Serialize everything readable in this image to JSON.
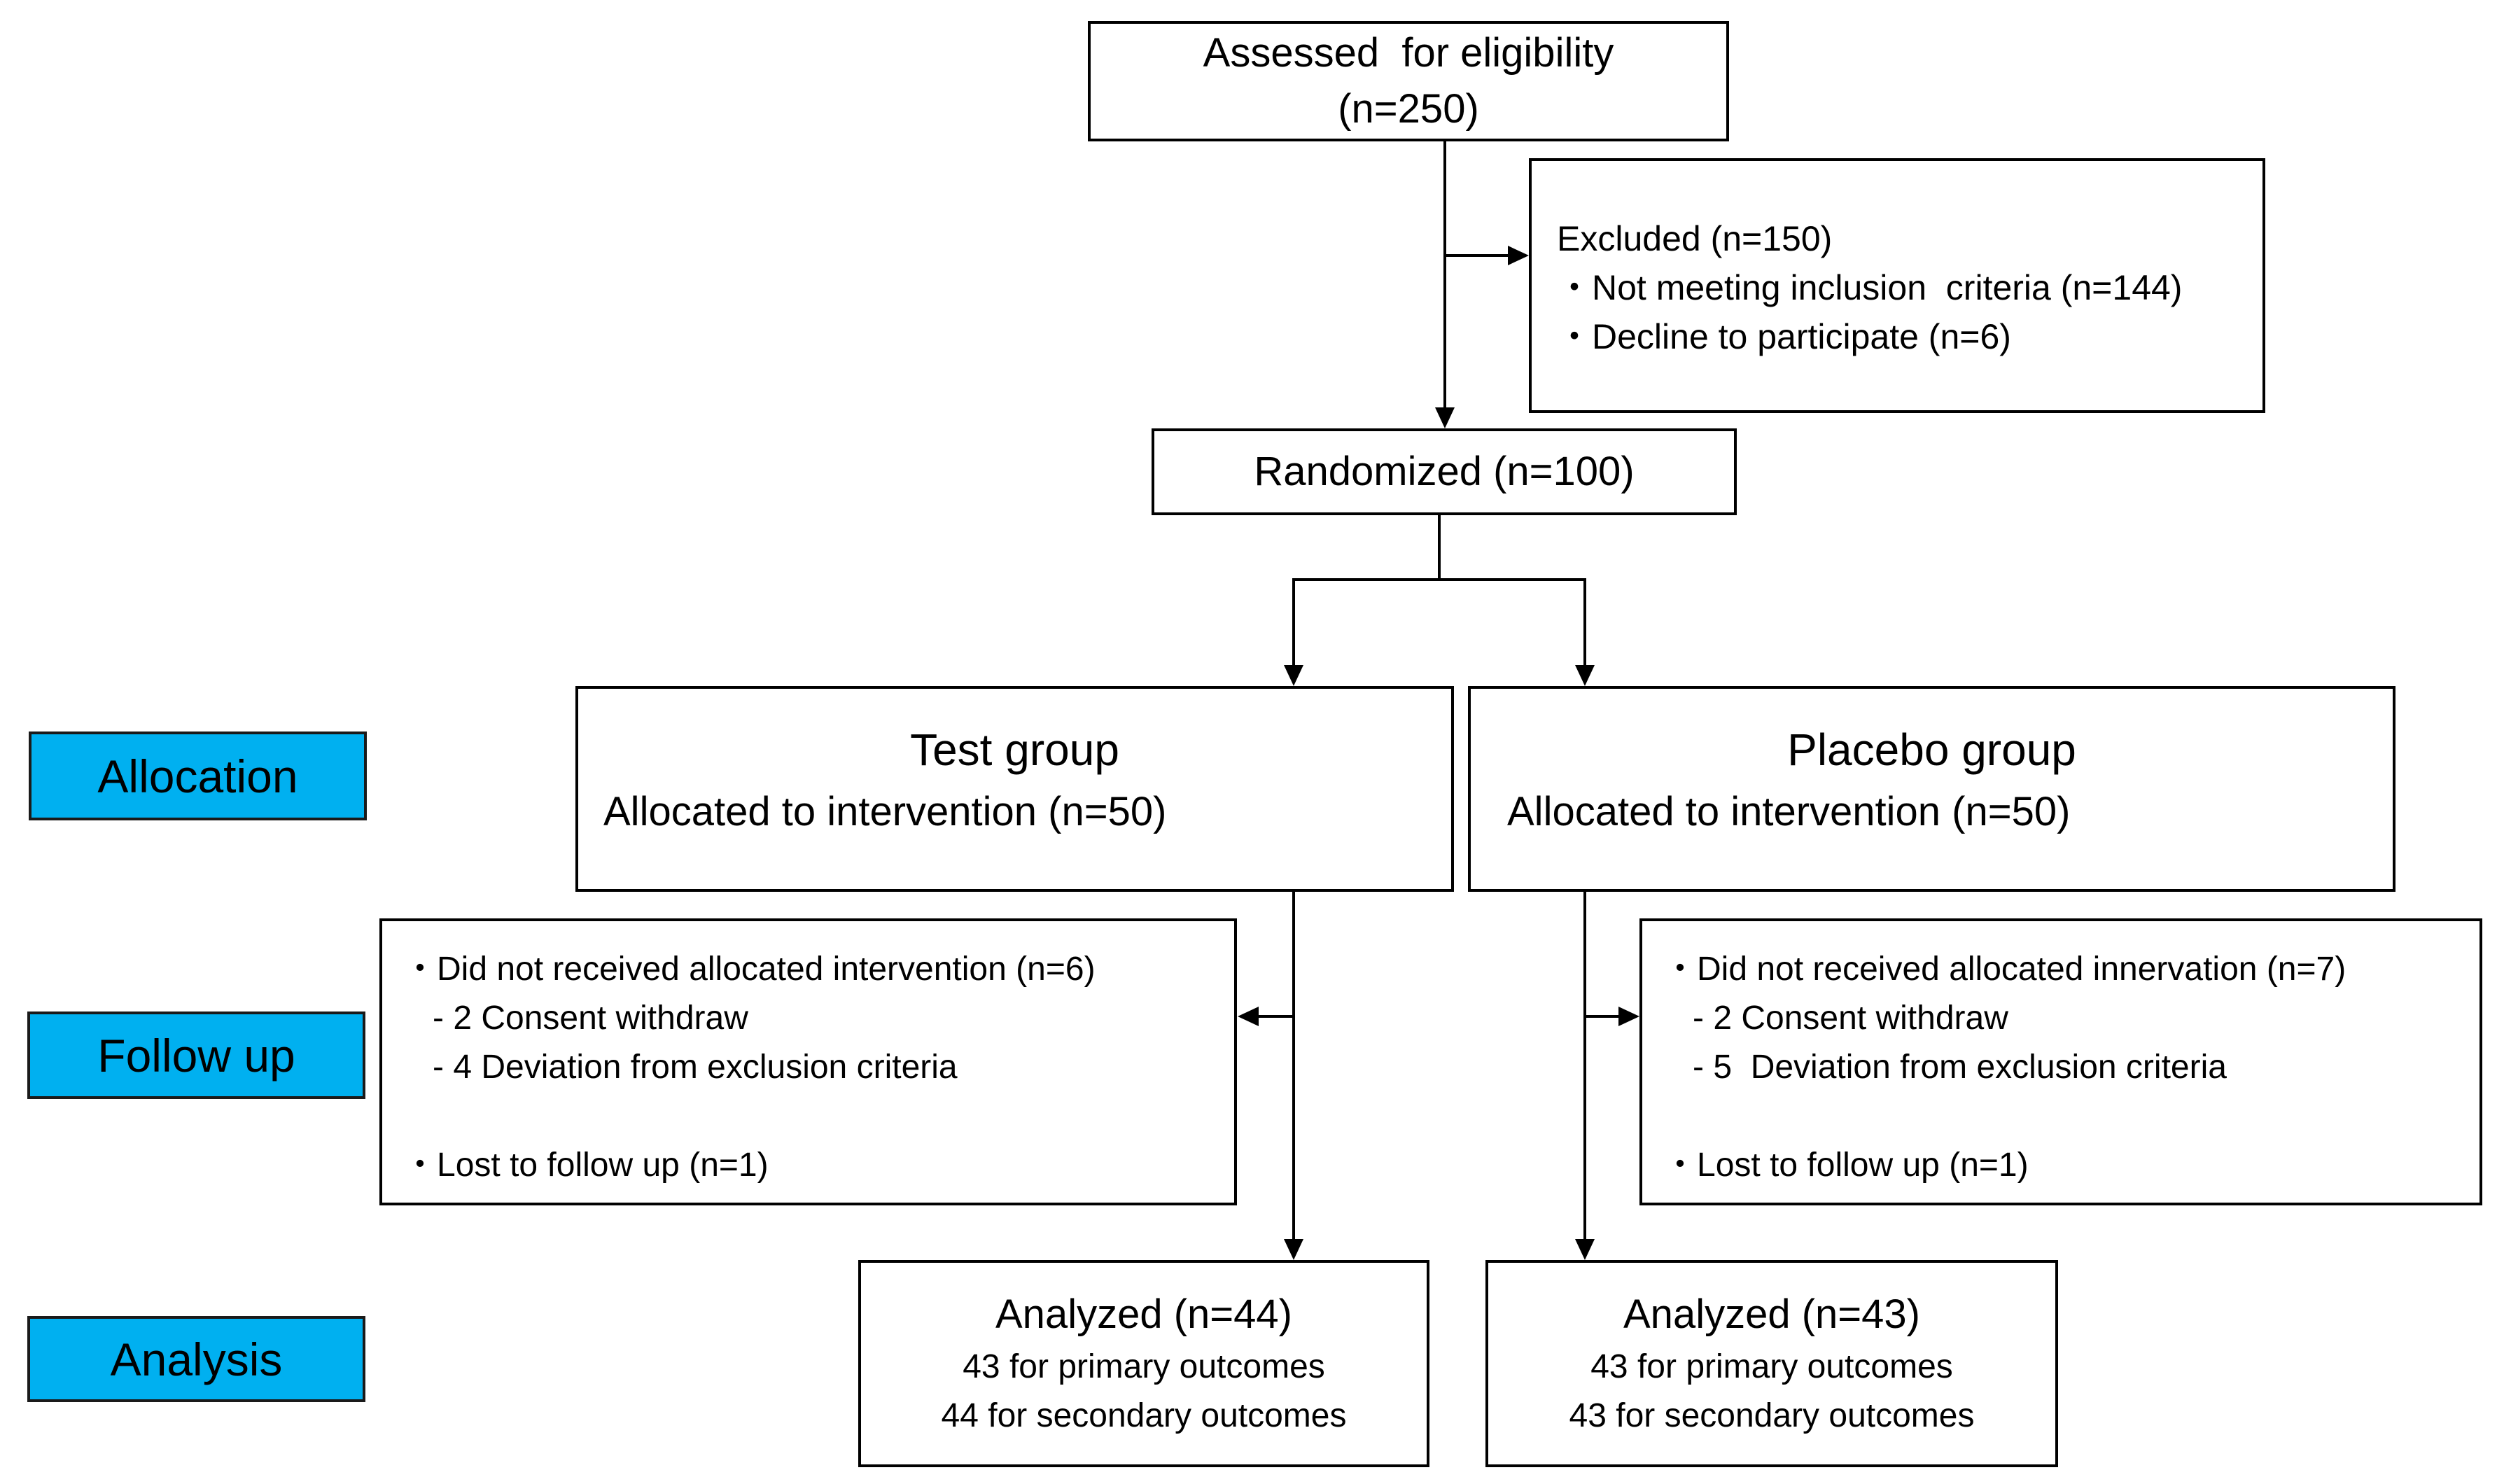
{
  "stages": {
    "allocation": "Allocation",
    "follow_up": "Follow up",
    "analysis": "Analysis"
  },
  "eligibility": {
    "line1": "Assessed  for eligibility",
    "line2": "(n=250)"
  },
  "excluded": {
    "title": "Excluded (n=150)",
    "items": [
      "・Not meeting inclusion  criteria (n=144)",
      "・Decline to participate (n=6)"
    ]
  },
  "randomized": "Randomized (n=100)",
  "test_group": {
    "title": "Test group",
    "subtitle": "Allocated to intervention (n=50)"
  },
  "placebo_group": {
    "title": "Placebo group",
    "subtitle": "Allocated to intervention (n=50)"
  },
  "test_followup": {
    "line1": "・Did not received allocated intervention (n=6)",
    "line2": "- 2 Consent withdraw",
    "line3": "- 4 Deviation from exclusion criteria",
    "line4": "・Lost to follow up (n=1)"
  },
  "placebo_followup": {
    "line1": "・Did not received allocated innervation (n=7)",
    "line2": "- 2 Consent withdraw",
    "line3": "- 5  Deviation from exclusion criteria",
    "line4": "・Lost to follow up (n=1)"
  },
  "test_analysis": {
    "title": "Analyzed (n=44)",
    "line1": "43 for primary outcomes",
    "line2": "44 for secondary outcomes"
  },
  "placebo_analysis": {
    "title": "Analyzed (n=43)",
    "line1": "43 for primary outcomes",
    "line2": "43 for secondary outcomes"
  }
}
